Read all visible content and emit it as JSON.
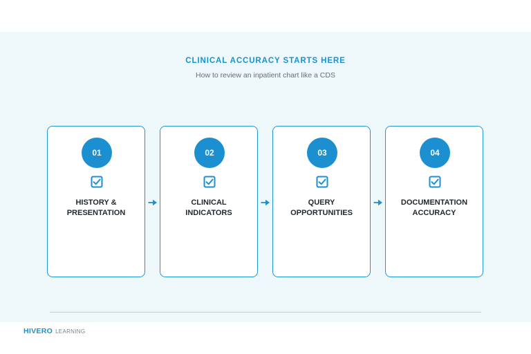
{
  "header": {
    "title": "CLINICAL ACCURACY STARTS HERE",
    "subtitle": "How to review an inpatient chart like a CDS"
  },
  "steps": [
    {
      "number": "01",
      "icon": "checkbox-icon",
      "label": "HISTORY &\nPRESENTATION"
    },
    {
      "number": "02",
      "icon": "checkbox-icon",
      "label": "CLINICAL\nINDICATORS"
    },
    {
      "number": "03",
      "icon": "checkbox-icon",
      "label": "QUERY\nOPPORTUNITIES"
    },
    {
      "number": "04",
      "icon": "checkbox-icon",
      "label": "DOCUMENTATION\nACCURACY"
    }
  ],
  "connectors": {
    "icon": "arrow-right-icon"
  },
  "footer": {
    "brand": "HIVERO",
    "brand_sub": "LEARNING"
  },
  "colors": {
    "accent": "#1b8fcf",
    "panel_background": "#eef8fb",
    "label_text": "#222a30"
  }
}
